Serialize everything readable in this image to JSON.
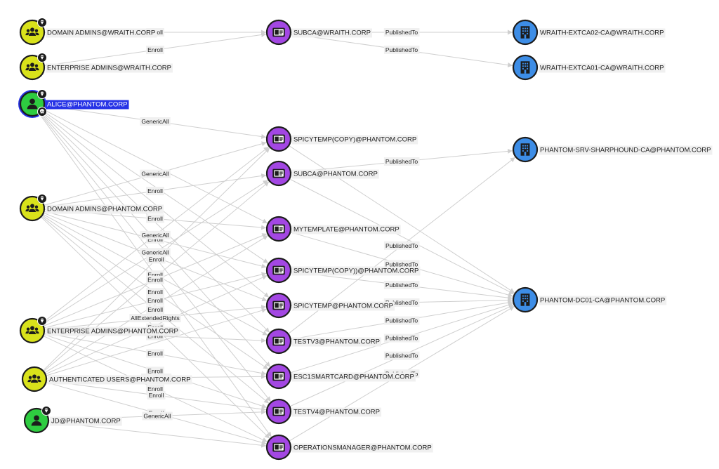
{
  "colors": {
    "group": "#d9e21b",
    "user": "#2ecc40",
    "template": "#a347e3",
    "ca": "#3d8de6",
    "stroke": "#1c1c1c",
    "edge": "#cfcfcf",
    "edge_label_bg": "#f0f0f0",
    "selected_bg": "#2733e6",
    "selected_ring": "#2733e6"
  },
  "nodes": [
    {
      "id": "da_wraith",
      "label": "DOMAIN ADMINS@WRAITH.CORP",
      "type": "group",
      "icon": "group-icon",
      "badge": "gem-icon"
    },
    {
      "id": "ea_wraith",
      "label": "ENTERPRISE ADMINS@WRAITH.CORP",
      "type": "group",
      "icon": "group-icon",
      "badge": "gem-icon"
    },
    {
      "id": "alice",
      "label": "ALICE@PHANTOM.CORP",
      "type": "user",
      "icon": "user-icon",
      "badge": "gem-icon",
      "badge2": "skull-icon",
      "selected": true
    },
    {
      "id": "da_phantom",
      "label": "DOMAIN ADMINS@PHANTOM.CORP",
      "type": "group",
      "icon": "group-icon",
      "badge": "gem-icon"
    },
    {
      "id": "ea_phantom",
      "label": "ENTERPRISE ADMINS@PHANTOM.CORP",
      "type": "group",
      "icon": "group-icon",
      "badge": "gem-icon"
    },
    {
      "id": "auth_users",
      "label": "AUTHENTICATED USERS@PHANTOM.CORP",
      "type": "group",
      "icon": "group-icon"
    },
    {
      "id": "jd",
      "label": "JD@PHANTOM.CORP",
      "type": "user",
      "icon": "user-icon",
      "badge": "gem-icon"
    },
    {
      "id": "subca_wraith",
      "label": "SUBCA@WRAITH.CORP",
      "type": "template",
      "icon": "id-card-icon"
    },
    {
      "id": "spicy_copy",
      "label": "SPICYTEMP(COPY)@PHANTOM.CORP",
      "type": "template",
      "icon": "id-card-icon"
    },
    {
      "id": "subca_phantom",
      "label": "SUBCA@PHANTOM.CORP",
      "type": "template",
      "icon": "id-card-icon"
    },
    {
      "id": "mytemplate",
      "label": "MYTEMPLATE@PHANTOM.CORP",
      "type": "template",
      "icon": "id-card-icon"
    },
    {
      "id": "spicy_copy2",
      "label": "SPICYTEMP(COPY))@PHANTOM.CORP",
      "type": "template",
      "icon": "id-card-icon"
    },
    {
      "id": "spicytemp",
      "label": "SPICYTEMP@PHANTOM.CORP",
      "type": "template",
      "icon": "id-card-icon"
    },
    {
      "id": "testv3",
      "label": "TESTV3@PHANTOM.CORP",
      "type": "template",
      "icon": "id-card-icon"
    },
    {
      "id": "esc1",
      "label": "ESC1SMARTCARD@PHANTOM.CORP",
      "type": "template",
      "icon": "id-card-icon"
    },
    {
      "id": "testv4",
      "label": "TESTV4@PHANTOM.CORP",
      "type": "template",
      "icon": "id-card-icon"
    },
    {
      "id": "opsmgr",
      "label": "OPERATIONSMANAGER@PHANTOM.CORP",
      "type": "template",
      "icon": "id-card-icon"
    },
    {
      "id": "ca02_wraith",
      "label": "WRAITH-EXTCA02-CA@WRAITH.CORP",
      "type": "ca",
      "icon": "building-icon"
    },
    {
      "id": "ca01_wraith",
      "label": "WRAITH-EXTCA01-CA@WRAITH.CORP",
      "type": "ca",
      "icon": "building-icon"
    },
    {
      "id": "sharphound_ca",
      "label": "PHANTOM-SRV-SHARPHOUND-CA@PHANTOM.CORP",
      "type": "ca",
      "icon": "building-icon"
    },
    {
      "id": "dc01_ca",
      "label": "PHANTOM-DC01-CA@PHANTOM.CORP",
      "type": "ca",
      "icon": "building-icon"
    }
  ],
  "edges": [
    {
      "from": "da_wraith",
      "to": "subca_wraith",
      "label": "Enroll"
    },
    {
      "from": "ea_wraith",
      "to": "subca_wraith",
      "label": "Enroll"
    },
    {
      "from": "subca_wraith",
      "to": "ca02_wraith",
      "label": "PublishedTo"
    },
    {
      "from": "subca_wraith",
      "to": "ca01_wraith",
      "label": "PublishedTo"
    },
    {
      "from": "alice",
      "to": "spicy_copy",
      "label": "GenericAll"
    },
    {
      "from": "alice",
      "to": "mytemplate"
    },
    {
      "from": "alice",
      "to": "spicy_copy2"
    },
    {
      "from": "alice",
      "to": "spicytemp"
    },
    {
      "from": "alice",
      "to": "testv3"
    },
    {
      "from": "alice",
      "to": "esc1"
    },
    {
      "from": "alice",
      "to": "testv4"
    },
    {
      "from": "alice",
      "to": "opsmgr"
    },
    {
      "from": "da_phantom",
      "to": "spicy_copy",
      "label": "GenericAll"
    },
    {
      "from": "da_phantom",
      "to": "subca_phantom",
      "label": "Enroll"
    },
    {
      "from": "da_phantom",
      "to": "mytemplate",
      "label": "Enroll"
    },
    {
      "from": "da_phantom",
      "to": "spicy_copy2",
      "label": "Enroll"
    },
    {
      "from": "da_phantom",
      "to": "spicytemp",
      "label": "Enroll"
    },
    {
      "from": "da_phantom",
      "to": "testv3",
      "label": "Enroll"
    },
    {
      "from": "da_phantom",
      "to": "esc1",
      "label": "Enroll"
    },
    {
      "from": "da_phantom",
      "to": "testv4",
      "label": "Enroll"
    },
    {
      "from": "da_phantom",
      "to": "opsmgr",
      "label": "Enroll"
    },
    {
      "from": "ea_phantom",
      "to": "spicy_copy",
      "label": "GenericAll"
    },
    {
      "from": "ea_phantom",
      "to": "subca_phantom",
      "label": "GenericAll"
    },
    {
      "from": "ea_phantom",
      "to": "mytemplate",
      "label": "Enroll"
    },
    {
      "from": "ea_phantom",
      "to": "spicy_copy2",
      "label": "Enroll"
    },
    {
      "from": "ea_phantom",
      "to": "spicytemp",
      "label": "AllExtendedRights"
    },
    {
      "from": "ea_phantom",
      "to": "testv3",
      "label": "Enroll"
    },
    {
      "from": "ea_phantom",
      "to": "esc1",
      "label": "Enroll"
    },
    {
      "from": "ea_phantom",
      "to": "testv4",
      "label": "Enroll"
    },
    {
      "from": "ea_phantom",
      "to": "opsmgr",
      "label": "Enroll"
    },
    {
      "from": "auth_users",
      "to": "spicy_copy",
      "label": "Enroll"
    },
    {
      "from": "auth_users",
      "to": "subca_phantom"
    },
    {
      "from": "auth_users",
      "to": "mytemplate"
    },
    {
      "from": "auth_users",
      "to": "spicy_copy2"
    },
    {
      "from": "auth_users",
      "to": "spicytemp"
    },
    {
      "from": "auth_users",
      "to": "esc1",
      "label": "GenericAll"
    },
    {
      "from": "auth_users",
      "to": "testv4",
      "label": "Enroll"
    },
    {
      "from": "auth_users",
      "to": "opsmgr",
      "label": "Enroll"
    },
    {
      "from": "jd",
      "to": "testv4",
      "label": "GenericAll"
    },
    {
      "from": "jd",
      "to": "opsmgr"
    },
    {
      "from": "spicy_copy",
      "to": "dc01_ca"
    },
    {
      "from": "subca_phantom",
      "to": "sharphound_ca",
      "label": "PublishedTo"
    },
    {
      "from": "subca_phantom",
      "to": "dc01_ca"
    },
    {
      "from": "mytemplate",
      "to": "dc01_ca",
      "label": "PublishedTo"
    },
    {
      "from": "spicy_copy2",
      "to": "dc01_ca",
      "label": "PublishedTo"
    },
    {
      "from": "spicytemp",
      "to": "dc01_ca",
      "label": "PublishedTo"
    },
    {
      "from": "testv3",
      "to": "sharphound_ca",
      "label": "PublishedTo"
    },
    {
      "from": "testv3",
      "to": "dc01_ca",
      "label": "PublishedTo"
    },
    {
      "from": "esc1",
      "to": "dc01_ca",
      "label": "PublishedTo"
    },
    {
      "from": "testv4",
      "to": "dc01_ca",
      "label": "PublishedTo"
    },
    {
      "from": "opsmgr",
      "to": "dc01_ca",
      "label": "PublishedTo"
    }
  ]
}
